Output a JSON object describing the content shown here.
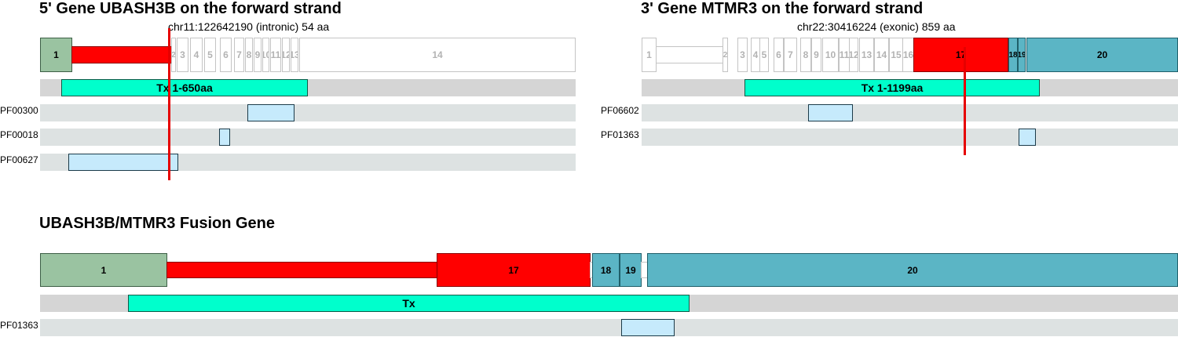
{
  "five_prime": {
    "title": "5' Gene UBASH3B on the forward strand",
    "locus": "chr11:122642190 (intronic) 54 aa",
    "exons": [
      {
        "label": "1",
        "style": "green"
      },
      {
        "label": "",
        "style": "red"
      },
      {
        "label": "2",
        "style": "ghost"
      },
      {
        "label": "3",
        "style": "ghost"
      },
      {
        "label": "4",
        "style": "ghost"
      },
      {
        "label": "5",
        "style": "ghost"
      },
      {
        "label": "6",
        "style": "ghost"
      },
      {
        "label": "7",
        "style": "ghost"
      },
      {
        "label": "8",
        "style": "ghost"
      },
      {
        "label": "9",
        "style": "ghost"
      },
      {
        "label": "10",
        "style": "ghost"
      },
      {
        "label": "11",
        "style": "ghost"
      },
      {
        "label": "12",
        "style": "ghost"
      },
      {
        "label": "13",
        "style": "ghost"
      },
      {
        "label": "14",
        "style": "ghost"
      }
    ],
    "transcript_label": "Tx 1-650aa",
    "domains": [
      "PF00300",
      "PF00018",
      "PF00627"
    ]
  },
  "three_prime": {
    "title": "3' Gene MTMR3 on the forward strand",
    "locus": "chr22:30416224 (exonic) 859 aa",
    "exons": [
      {
        "label": "1",
        "style": "ghost"
      },
      {
        "label": "2",
        "style": "ghost"
      },
      {
        "label": "3",
        "style": "ghost"
      },
      {
        "label": "4",
        "style": "ghost"
      },
      {
        "label": "5",
        "style": "ghost"
      },
      {
        "label": "6",
        "style": "ghost"
      },
      {
        "label": "7",
        "style": "ghost"
      },
      {
        "label": "8",
        "style": "ghost"
      },
      {
        "label": "9",
        "style": "ghost"
      },
      {
        "label": "10",
        "style": "ghost"
      },
      {
        "label": "11",
        "style": "ghost"
      },
      {
        "label": "12",
        "style": "ghost"
      },
      {
        "label": "13",
        "style": "ghost"
      },
      {
        "label": "14",
        "style": "ghost"
      },
      {
        "label": "15",
        "style": "ghost"
      },
      {
        "label": "16",
        "style": "ghost"
      },
      {
        "label": "17",
        "style": "red"
      },
      {
        "label": "18",
        "style": "teal"
      },
      {
        "label": "19",
        "style": "teal"
      },
      {
        "label": "20",
        "style": "teal"
      }
    ],
    "transcript_label": "Tx 1-1199aa",
    "domains": [
      "PF06602",
      "PF01363"
    ]
  },
  "fusion": {
    "title": "UBASH3B/MTMR3 Fusion Gene",
    "exons": [
      {
        "label": "1",
        "style": "green"
      },
      {
        "label": "",
        "style": "red"
      },
      {
        "label": "17",
        "style": "red"
      },
      {
        "label": "18",
        "style": "teal"
      },
      {
        "label": "19",
        "style": "teal"
      },
      {
        "label": "20",
        "style": "teal"
      }
    ],
    "transcript_label": "Tx",
    "domains": [
      "PF01363"
    ]
  },
  "colors": {
    "five_prime_exon": "#9ac3a1",
    "breakpoint_red": "#ff0000",
    "three_prime_exon": "#5bb5c5",
    "transcript": "#00ffcc",
    "domain": "#c6eafc",
    "track": "#dde2e2"
  }
}
